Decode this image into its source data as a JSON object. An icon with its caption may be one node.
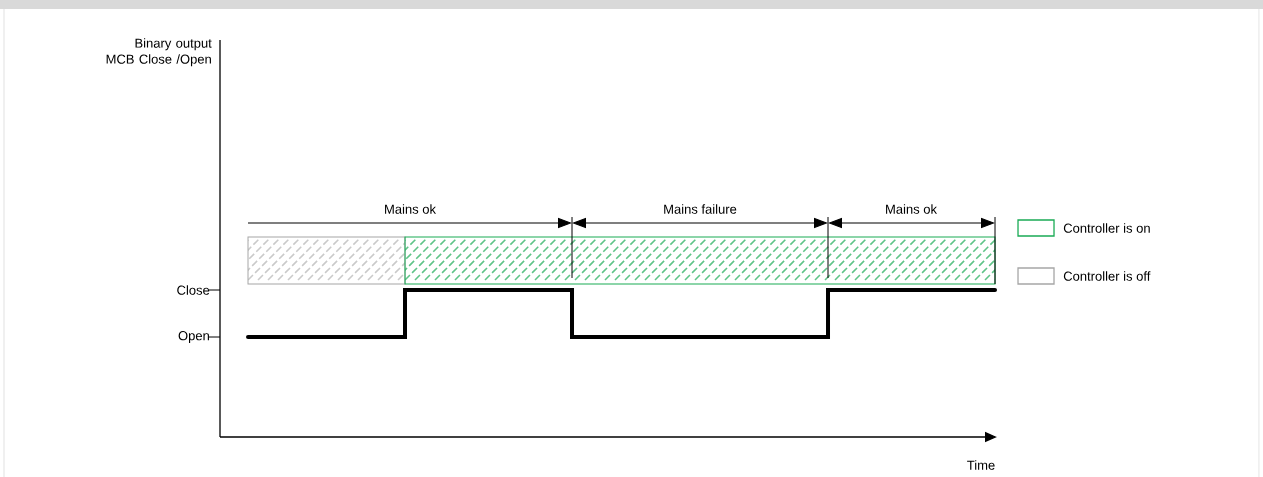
{
  "diagram": {
    "labels": [
      "Binary output MCB Close /Open",
      "Close",
      "Open",
      "Mains ok",
      "Mains failure",
      "Mains ok",
      "Time"
    ],
    "legend": [
      {
        "text": "Controller is on"
      },
      {
        "text": "Controller is off"
      }
    ]
  }
}
